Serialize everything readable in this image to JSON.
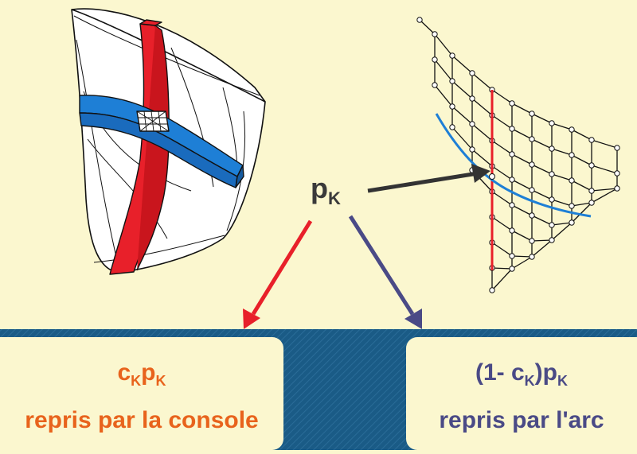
{
  "center_label": {
    "main": "p",
    "sub": "K"
  },
  "left_box": {
    "formula_c": "c",
    "formula_c_sub": "K",
    "formula_p": "p",
    "formula_p_sub": "K",
    "caption": "repris par la console"
  },
  "right_box": {
    "formula_prefix": "(1- c",
    "formula_prefix_sub": "K",
    "formula_mid": ")p",
    "formula_mid_sub": "K",
    "caption": "repris par l'arc"
  },
  "colors": {
    "background": "#fbf7cf",
    "band": "#1a5b86",
    "red": "#e8202a",
    "blue": "#1e7fd6",
    "navy": "#4a4a86",
    "orange": "#e8631c",
    "arrow_dark": "#333333"
  }
}
